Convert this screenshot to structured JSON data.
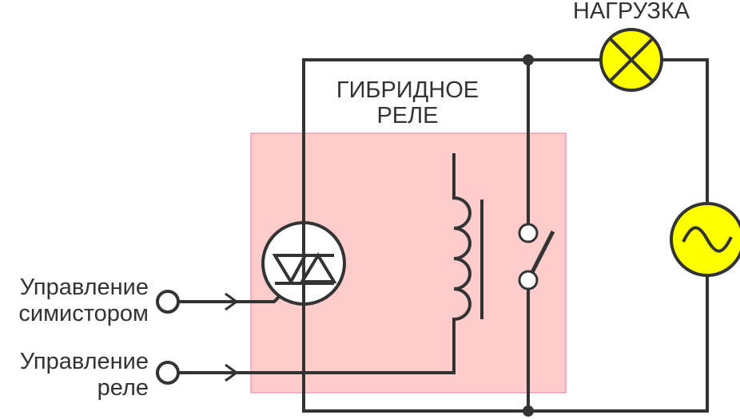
{
  "labels": {
    "load": "НАГРУЗКА",
    "hybrid_relay_line1": "ГИБРИДНОЕ",
    "hybrid_relay_line2": "РЕЛЕ",
    "triac_control_line1": "Управление",
    "triac_control_line2": "симистором",
    "relay_control_line1": "Управление",
    "relay_control_line2": "реле"
  },
  "colors": {
    "wire": "#333333",
    "relay_box": "#ffcccc",
    "relay_box_border": "#f09ac0",
    "lamp_fill": "#ffff00"
  }
}
